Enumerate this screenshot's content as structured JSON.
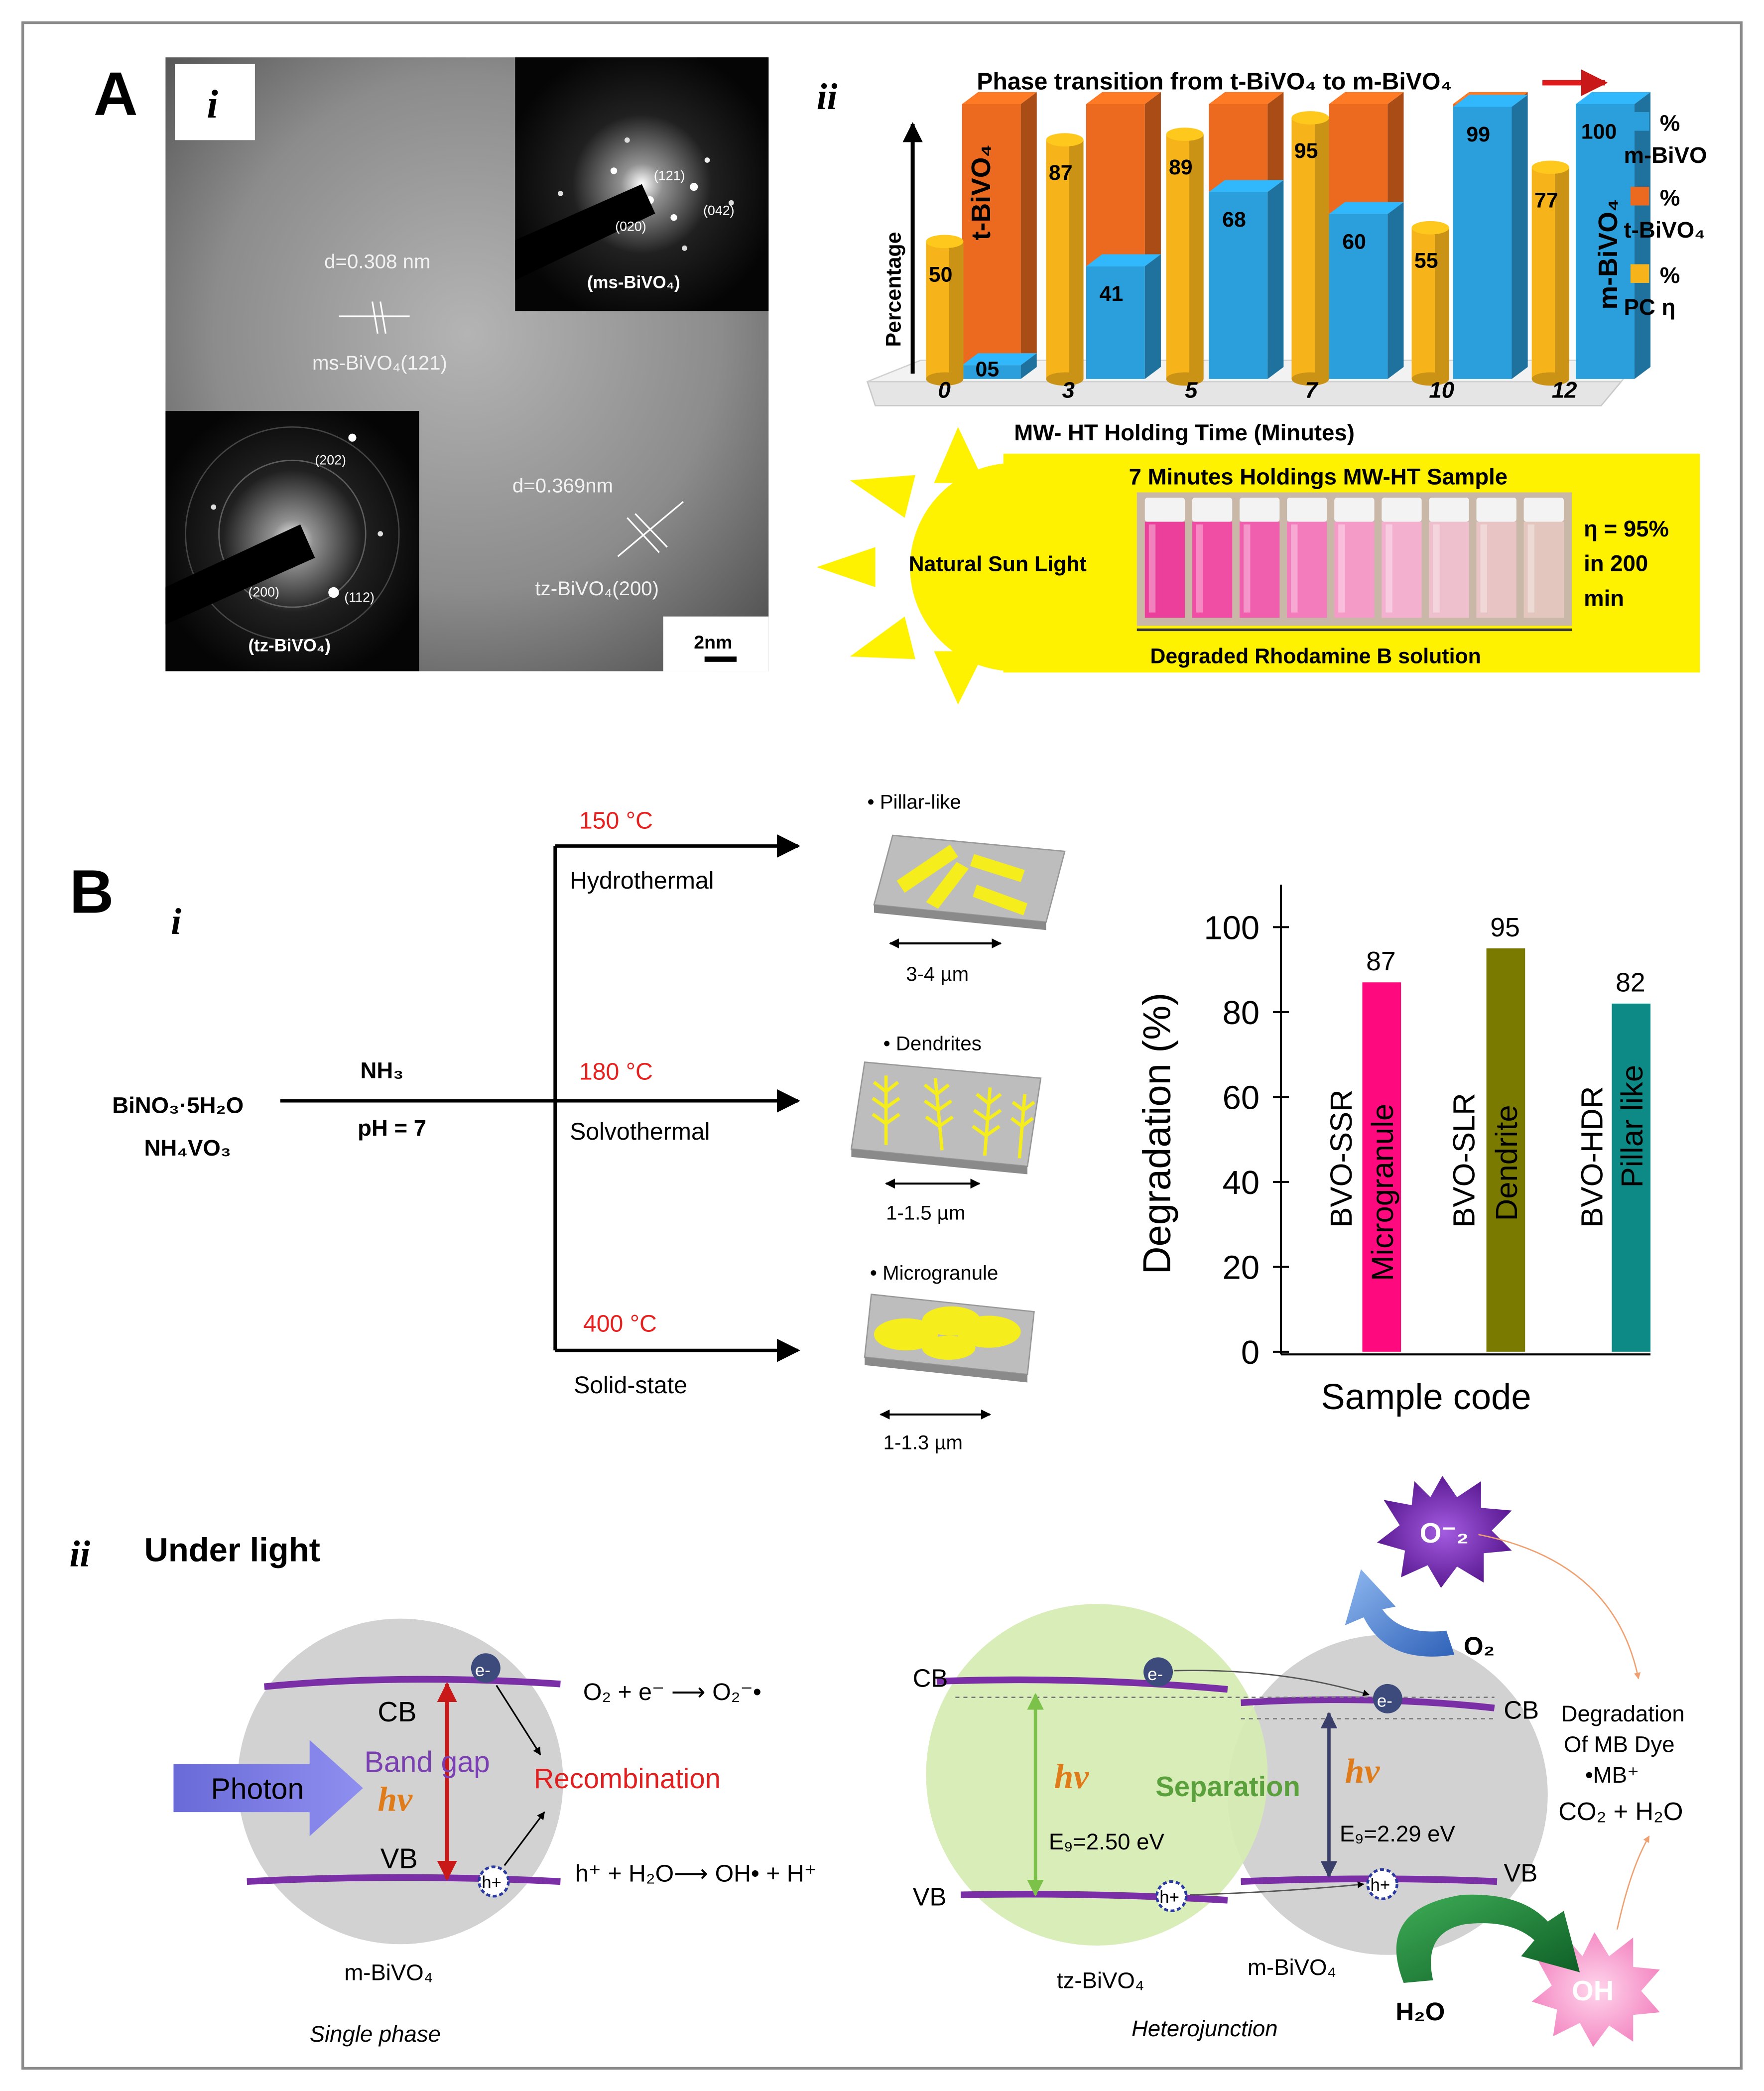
{
  "figure": {
    "panel_a": {
      "label": "A",
      "sub_i": "i",
      "sub_ii": "ii",
      "tem": {
        "d_upper": "d=0.308 nm",
        "plane_upper": "ms-BiVO₄(121)",
        "d_lower": "d=0.369nm",
        "plane_lower": "tz-BiVO₄(200)",
        "scale": "2nm",
        "inset_top": {
          "label": "(ms-BiVO₄)",
          "spots": [
            "(121)",
            "(020)",
            "(042)"
          ]
        },
        "inset_bottom": {
          "label": "(tz-BiVO₄)",
          "spots": [
            "(202)",
            "(200)",
            "(112)"
          ]
        }
      },
      "sun_box": {
        "title": "7 Minutes Holdings MW-HT Sample",
        "sun_label": "Natural Sun Light",
        "eff_1": "η = 95%",
        "eff_2": "in 200",
        "eff_3": "min",
        "caption": "Degraded Rhodamine B solution",
        "vial_colors": [
          "#ec3f9c",
          "#f04ea4",
          "#f05fae",
          "#f37cbc",
          "#f59bc8",
          "#f4b0cf",
          "#eebfcc",
          "#e8c4c4",
          "#e3c6bd"
        ]
      }
    },
    "panel_b": {
      "label": "B",
      "sub_i": "i",
      "sub_ii": "ii",
      "scheme": {
        "reactant_1": "BiNO₃·5H₂O",
        "reactant_2": "NH₄VO₃",
        "reagent": "NH₃",
        "ph": "pH = 7",
        "routes": [
          {
            "temp": "150 °C",
            "method": "Hydrothermal",
            "morph": "Pillar-like",
            "size": "3-4 µm"
          },
          {
            "temp": "180 °C",
            "method": "Solvothermal",
            "morph": "Dendrites",
            "size": "1-1.5 µm"
          },
          {
            "temp": "400 °C",
            "method": "Solid-state",
            "morph": "Microgranule",
            "size": "1-1.3 µm"
          }
        ]
      },
      "light": {
        "title": "Under light",
        "single": {
          "cb": "CB",
          "vb": "VB",
          "band_gap": "Band gap",
          "hv": "hv",
          "photon": "Photon",
          "recombination": "Recombination",
          "electron": "e-",
          "hole": "h+",
          "reaction_1": "O₂ + e⁻ ⟶ O₂⁻•",
          "reaction_2": "h⁺ + H₂O⟶ OH• + H⁺",
          "material": "m-BiVO₄",
          "caption": "Single phase"
        },
        "hetero": {
          "cb_left": "CB",
          "vb_left": "VB",
          "cb_right": "CB",
          "vb_right": "VB",
          "hv_left": "hv",
          "hv_right": "hv",
          "separation": "Separation",
          "eg_left": "E₉=2.50 eV",
          "eg_right": "E₉=2.29 eV",
          "mat_left": "tz-BiVO₄",
          "mat_right": "m-BiVO₄",
          "caption": "Heterojunction",
          "electron": "e-",
          "hole": "h+",
          "o2": "O₂",
          "o2_radical": "O⁻₂",
          "h2o": "H₂O",
          "oh": "OH",
          "deg_1": "Degradation",
          "deg_2": "Of MB Dye",
          "deg_3": "•MB⁺",
          "deg_4": "CO₂ + H₂O"
        }
      }
    }
  },
  "chart_data": [
    {
      "type": "bar",
      "title": "Phase transition from t-BiVO₄ to m-BiVO₄",
      "xlabel": "MW- HT Holding Time (Minutes)",
      "ylabel": "Percentage",
      "categories": [
        "0",
        "3",
        "5",
        "7",
        "10",
        "12"
      ],
      "series": [
        {
          "name": "% m-BiVO",
          "color": "#2b9fdb",
          "values": [
            5,
            41,
            68,
            60,
            99,
            100
          ]
        },
        {
          "name": "% t-BiVO₄",
          "color": "#ec6a1f",
          "values": [
            95,
            59,
            32,
            40,
            1,
            0
          ]
        },
        {
          "name": "% PC η",
          "color": "#f6b31a",
          "values": [
            50,
            87,
            89,
            95,
            55,
            77
          ]
        }
      ],
      "data_labels": [
        "50",
        "05",
        "87",
        "41",
        "89",
        "68",
        "95",
        "60",
        "55",
        "99",
        "77",
        "100"
      ],
      "annotations": [
        "t-BiVO₄",
        "m-BiVO₄"
      ],
      "ylim": [
        0,
        100
      ],
      "legend": "right"
    },
    {
      "type": "bar",
      "xlabel": "Sample code",
      "ylabel": "Degradation (%)",
      "categories": [
        "BVO-SSR",
        "BVO-SLR",
        "BVO-HDR"
      ],
      "bar_labels": [
        "Microgranule",
        "Dendrite",
        "Pillar like"
      ],
      "values": [
        87,
        95,
        82
      ],
      "colors": [
        "#ff0a7e",
        "#7a7a00",
        "#0e8a86"
      ],
      "yticks": [
        "0",
        "20",
        "40",
        "60",
        "80",
        "100"
      ],
      "ylim": [
        0,
        110
      ]
    }
  ]
}
